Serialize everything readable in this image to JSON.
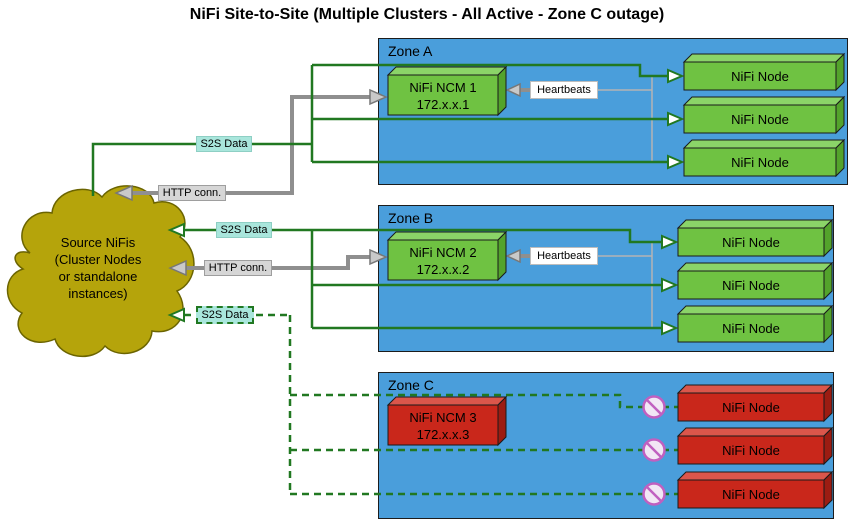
{
  "title": "NiFi Site-to-Site (Multiple Clusters - All Active - Zone C outage)",
  "source_cloud": {
    "lines": [
      "Source NiFis",
      "(Cluster Nodes",
      "or standalone",
      "instances)"
    ]
  },
  "connections": {
    "s2s_zone_a_label": "S2S Data",
    "s2s_zone_b_label": "S2S Data",
    "s2s_zone_c_label": "S2S Data",
    "http_zone_a_label": "HTTP conn.",
    "http_zone_b_label": "HTTP conn."
  },
  "zones": [
    {
      "label": "Zone A",
      "status": "active",
      "ncm": {
        "name": "NiFi NCM 1",
        "ip": "172.x.x.1"
      },
      "heartbeats_label": "Heartbeats",
      "nodes": [
        "NiFi Node",
        "NiFi Node",
        "NiFi Node"
      ]
    },
    {
      "label": "Zone B",
      "status": "active",
      "ncm": {
        "name": "NiFi NCM 2",
        "ip": "172.x.x.2"
      },
      "heartbeats_label": "Heartbeats",
      "nodes": [
        "NiFi Node",
        "NiFi Node",
        "NiFi Node"
      ]
    },
    {
      "label": "Zone C",
      "status": "outage",
      "ncm": {
        "name": "NiFi NCM 3",
        "ip": "172.x.x.3"
      },
      "nodes": [
        "NiFi Node",
        "NiFi Node",
        "NiFi Node"
      ]
    }
  ],
  "icons": {
    "outage_marker": "prohibited-icon"
  },
  "colors": {
    "zone_fill": "#4A9EDB",
    "active_box_fill": "#6FC242",
    "outage_box_fill": "#C9271B",
    "cloud_fill": "#B5A40B",
    "s2s_line": "#217821",
    "http_line": "#8F8F8F",
    "s2s_label_bg": "#A9E6DC",
    "http_label_bg": "#D6D6D6",
    "heartbeats_label_bg": "#FFFFFF",
    "prohibited_icon": "#C060C0"
  }
}
